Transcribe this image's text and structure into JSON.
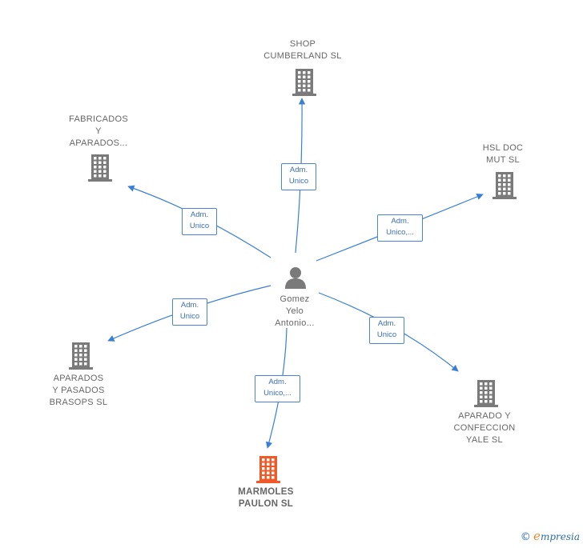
{
  "center": {
    "name": "Gomez\nYelo\nAntonio..."
  },
  "companies": [
    {
      "id": "shop",
      "name": "SHOP\nCUMBERLAND SL",
      "role": "Adm.\nUnico",
      "highlight": false
    },
    {
      "id": "hsl",
      "name": "HSL DOC\nMUT SL",
      "role": "Adm.\nUnico,...",
      "highlight": false
    },
    {
      "id": "fabricados",
      "name": "FABRICADOS\nY\nAPARADOS...",
      "role": "Adm.\nUnico",
      "highlight": false
    },
    {
      "id": "aparados",
      "name": "APARADOS\nY PASADOS\nBRASOPS SL",
      "role": "Adm.\nUnico",
      "highlight": false
    },
    {
      "id": "marmoles",
      "name": "MARMOLES\nPAULON  SL",
      "role": "Adm.\nUnico,...",
      "highlight": true
    },
    {
      "id": "yale",
      "name": "APARADO Y\nCONFECCION\nYALE SL",
      "role": "Adm.\nUnico",
      "highlight": false
    }
  ],
  "colors": {
    "edge": "#3a7fd5",
    "building": "#7a7a7a",
    "building_highlight": "#f05a28",
    "person": "#7a7a7a"
  },
  "footer": {
    "copyright": "©",
    "brand_initial": "e",
    "brand_rest": "mpresia"
  }
}
